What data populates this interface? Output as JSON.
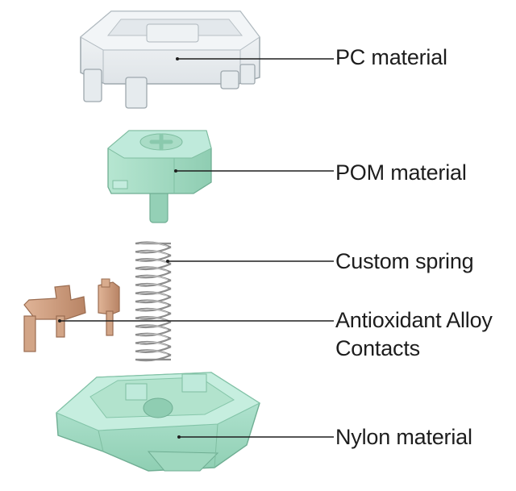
{
  "diagram": {
    "labels": {
      "top_housing": "PC material",
      "stem": "POM material",
      "spring": "Custom spring",
      "contacts_line1": "Antioxidant Alloy",
      "contacts_line2": "Contacts",
      "bottom_housing": "Nylon material"
    },
    "colors": {
      "pc_clear": "#e9edf0",
      "pc_edge": "#a9b2b8",
      "pom_mint": "#a3dcc3",
      "pom_mint_dark": "#7fc2a5",
      "nylon_mint": "#a8e0c8",
      "nylon_dark": "#82c6a9",
      "spring_metal": "#8f8f8f",
      "contact_copper": "#c99a7a",
      "leader_line": "#1f1f1f"
    }
  }
}
